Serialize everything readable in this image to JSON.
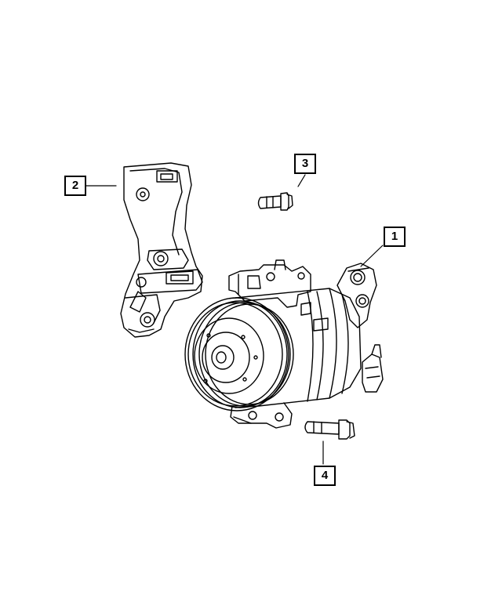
{
  "diagram": {
    "callouts": [
      {
        "id": "1",
        "label": "1"
      },
      {
        "id": "2",
        "label": "2"
      },
      {
        "id": "3",
        "label": "3"
      },
      {
        "id": "4",
        "label": "4"
      }
    ],
    "line_color": "#000000",
    "background": "#ffffff"
  }
}
